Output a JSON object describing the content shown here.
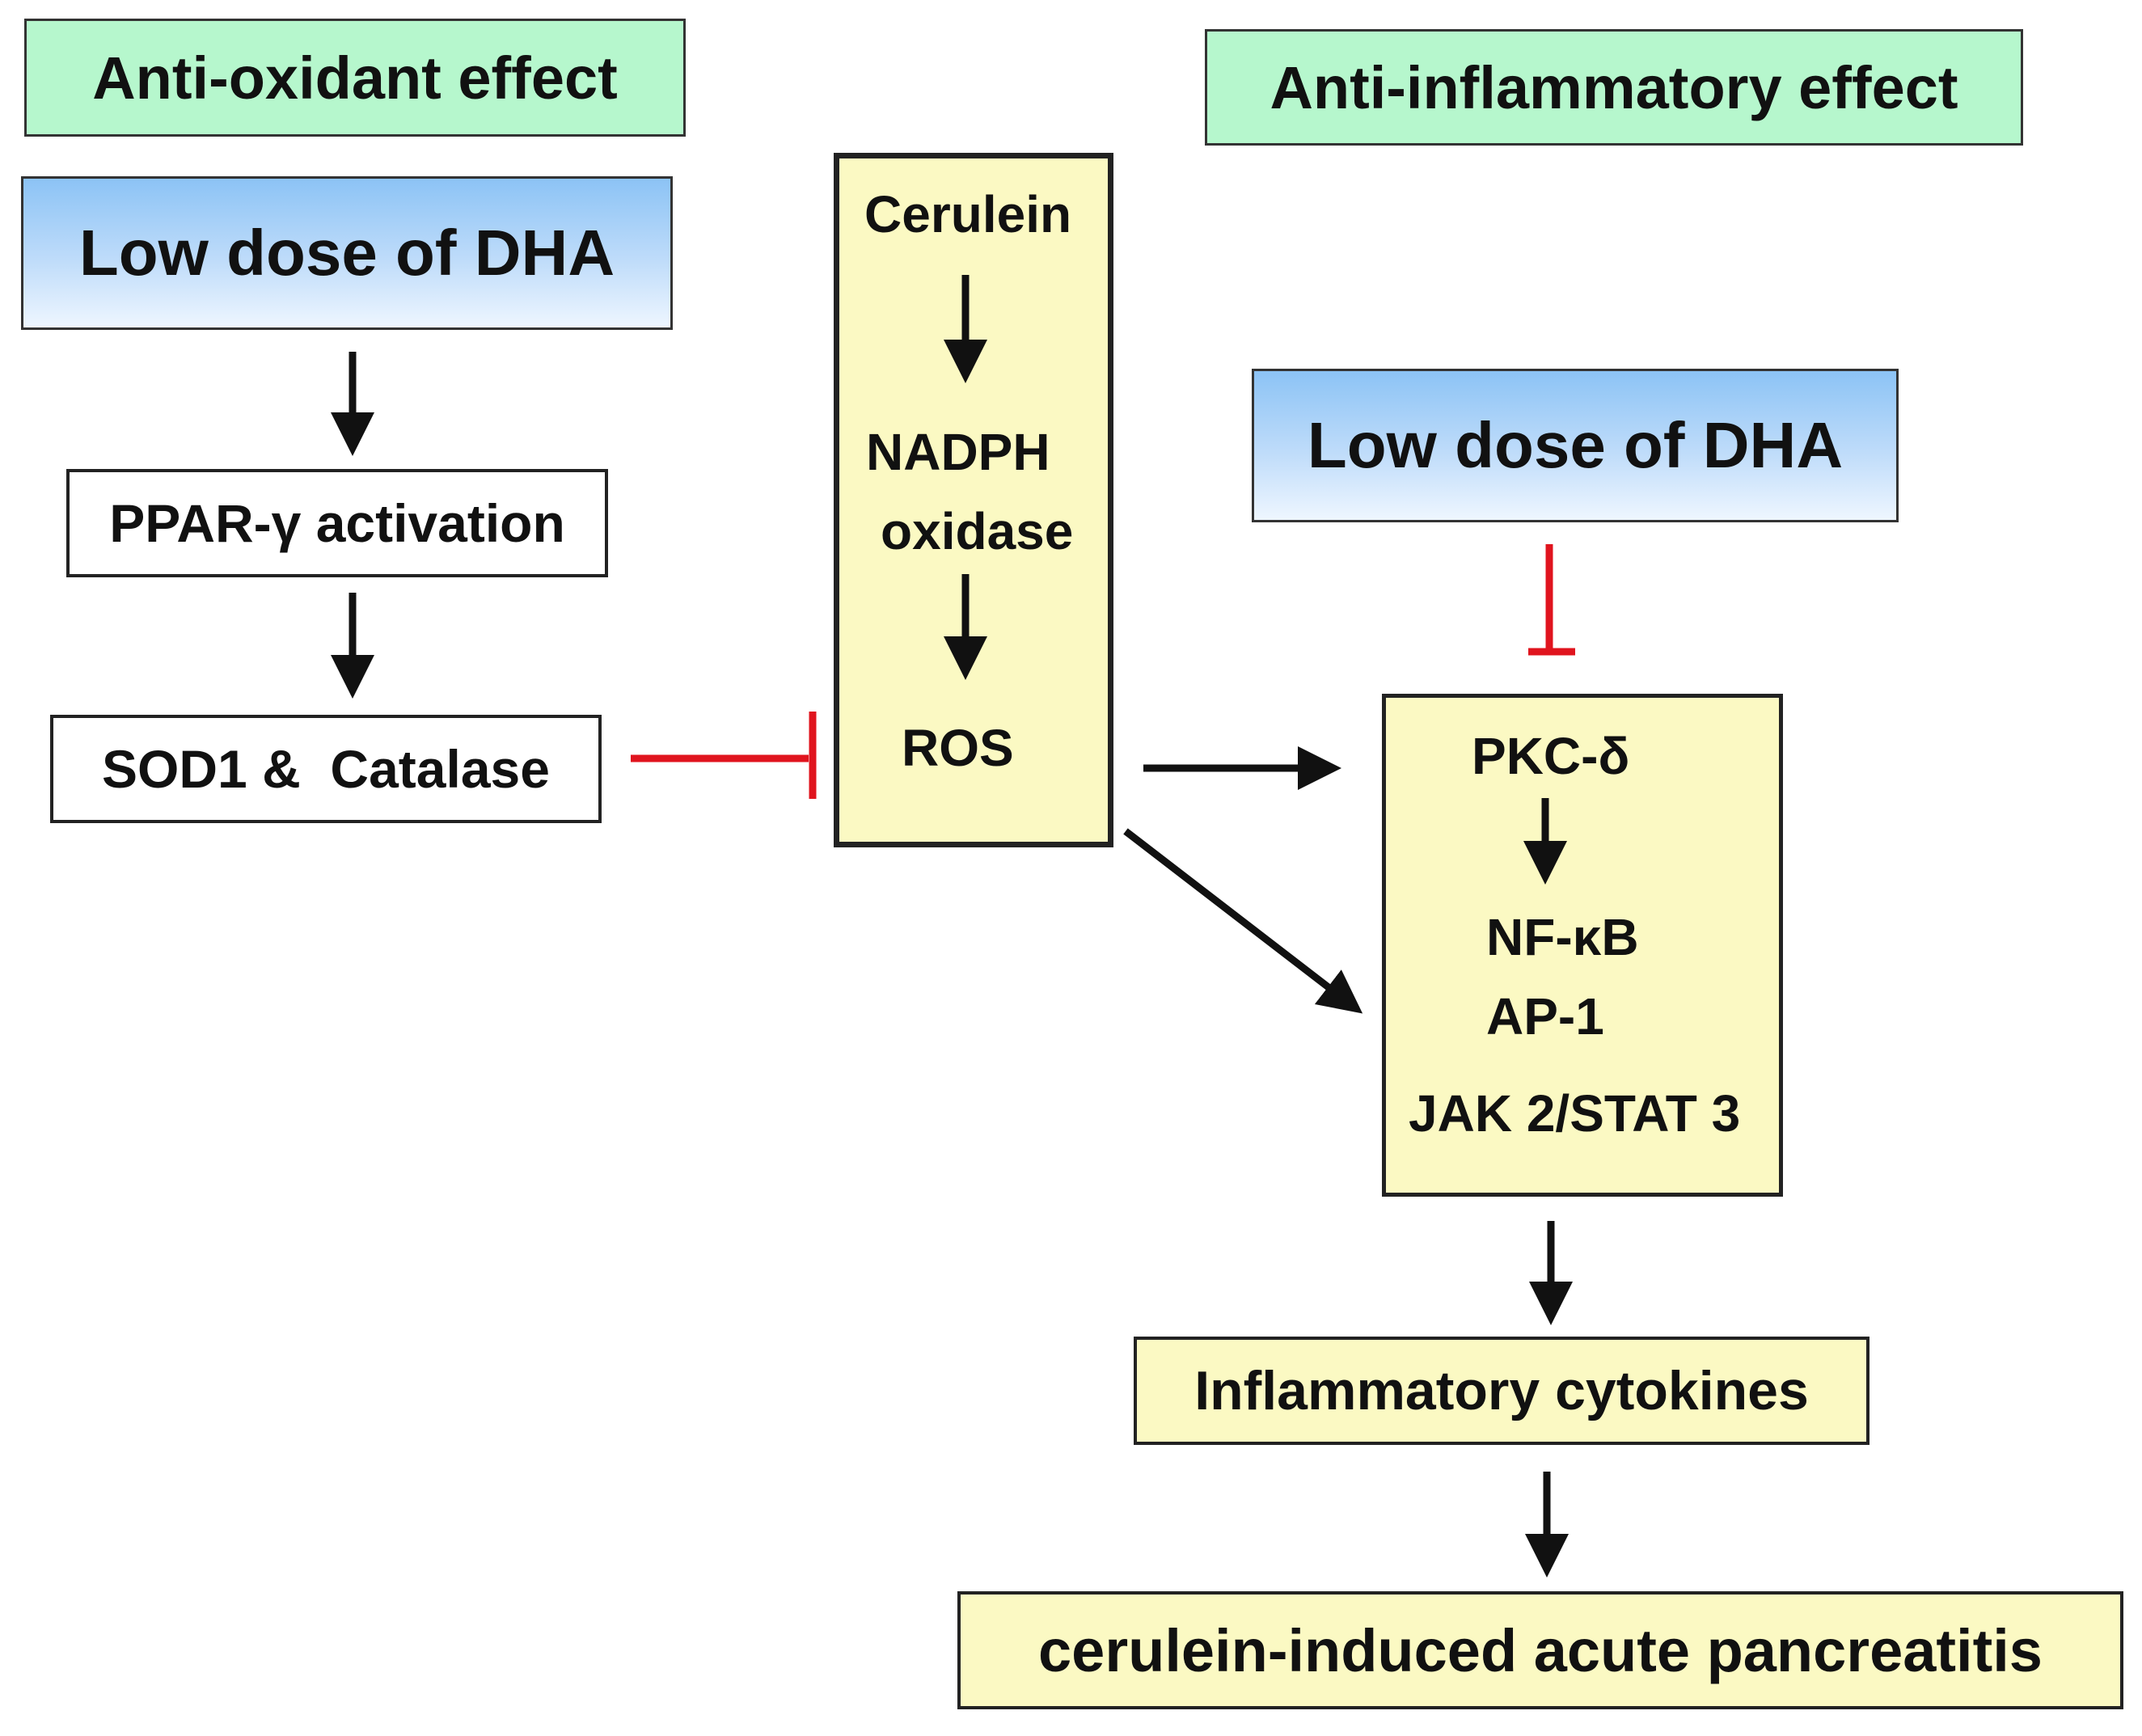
{
  "headers": {
    "antioxidant": "Anti-oxidant effect",
    "antiinflammatory": "Anti-inflammatory effect"
  },
  "left_pathway": {
    "dha": "Low dose of DHA",
    "ppar": "PPAR-γ activation",
    "sod": "SOD1 &  Catalase"
  },
  "center_pathway": {
    "cerulein": "Cerulein",
    "nadph_line1": "NADPH",
    "nadph_line2": "oxidase",
    "ros": "ROS"
  },
  "right_pathway": {
    "dha": "Low dose of DHA",
    "pkc": "PKC-δ",
    "nfkb": "NF-κB",
    "ap1": "AP-1",
    "jak": "JAK 2/STAT 3",
    "cytokines": "Inflammatory cytokines",
    "pancreatitis": "cerulein-induced acute pancreatitis"
  },
  "colors": {
    "header_bg": "#b6f7cd",
    "pathway_bg": "#fbf9c3",
    "activation_arrow": "#111111",
    "inhibition_line": "#e0141e"
  }
}
